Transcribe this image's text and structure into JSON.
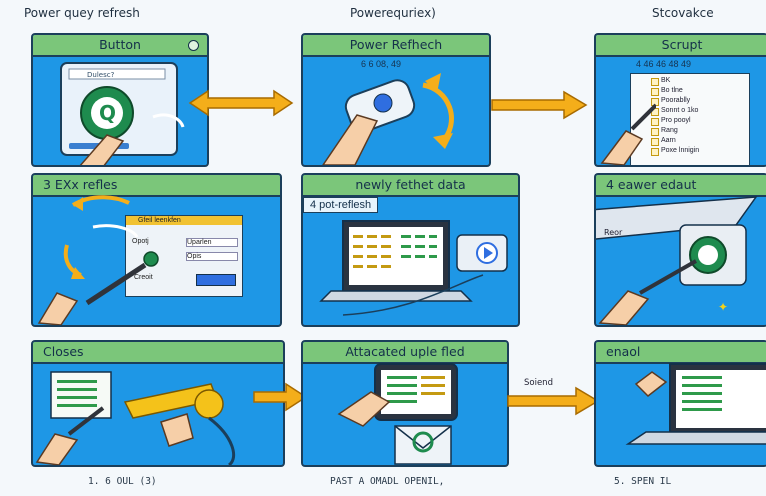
{
  "top_labels": [
    "Power quey refresh",
    "Powerequriex)",
    "Stcovakce"
  ],
  "panels": {
    "button": {
      "title": "Button",
      "window_title": "Dulesc?",
      "key_letter": "Q"
    },
    "power_refresh": {
      "title": "Power Refhech",
      "digits": "6  6  08, 49"
    },
    "script": {
      "title": "Scrupt",
      "digits": "4  46  46  48  49",
      "items": [
        "BK",
        "Bo tlne",
        "Poorablly",
        "Sonnt o 1ko",
        "Pro pooyl",
        "Rang",
        "Aarn",
        "Poxe lnnigin"
      ]
    },
    "exx": {
      "title": "3  EXx refles",
      "dialog_title": "Gfeil leenkfen",
      "fields": [
        "Opotj",
        "Uparlen",
        "Opis"
      ],
      "button": "Creoit"
    },
    "newly": {
      "title": "newly fethet data",
      "sub": "4  pot-reflesh"
    },
    "eawer": {
      "title": "4  eawer edaut",
      "box_label": "Reor"
    },
    "closes": {
      "title": "Closes"
    },
    "attacated": {
      "title": "Attacated uple fled",
      "side_label": "Soiend"
    },
    "enaol": {
      "title": "enaol"
    }
  },
  "captions": [
    "1.  6 OUL  (3)",
    "PAST A OMADL OPENIL,",
    "5.  SPEN IL"
  ],
  "colors": {
    "panel": "#1e97e6",
    "header": "#7bc67a",
    "arrow": "#f4ae1a",
    "outline": "#1b3f5b"
  }
}
